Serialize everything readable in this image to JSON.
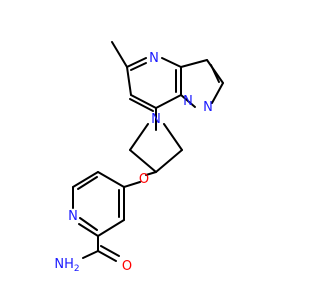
{
  "molecule": {
    "name": "",
    "colors": {
      "bond": "#000000",
      "nitrogen": "#1a1aff",
      "oxygen": "#ff0000",
      "carbon": "#000000",
      "background": "#ffffff"
    },
    "atom_labels": {
      "n_pyrimidine": "N",
      "n_pyrazole_bridge": "N",
      "n_pyrazole": "N",
      "n_azetidine": "N",
      "o_ether": "O",
      "n_pyridine": "N",
      "nh2": "NH",
      "nh2_sub": "2",
      "o_carbonyl": "O"
    }
  }
}
